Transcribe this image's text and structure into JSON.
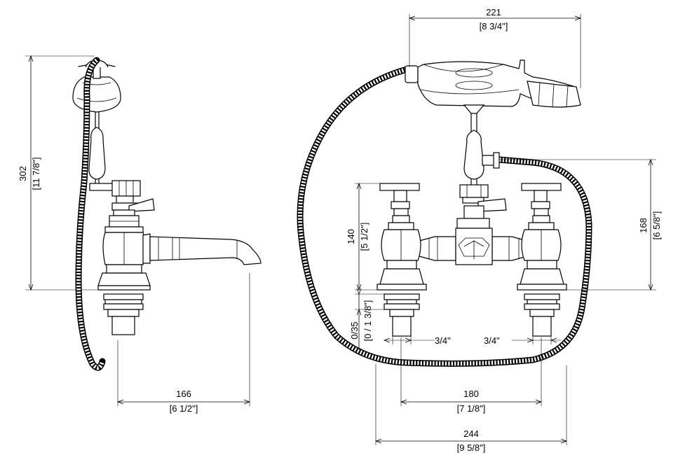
{
  "side_view": {
    "height": {
      "mm": "302",
      "in": "[11 7/8\"]"
    },
    "spout_reach": {
      "mm": "166",
      "in": "[6 1/2\"]"
    }
  },
  "front_view": {
    "handset_width": {
      "mm": "221",
      "in": "[8 3/4\"]"
    },
    "hose_outlet_height": {
      "mm": "168",
      "in": "[6 5/8\"]"
    },
    "valve_height": {
      "mm": "140",
      "in": "[5 1/2\"]"
    },
    "deck_thickness": {
      "mm": "0/35",
      "in": "[0 / 1 3/8\"]"
    },
    "inlet_left": "3/4\"",
    "inlet_right": "3/4\"",
    "centers": {
      "mm": "180",
      "in": "[7 1/8\"]"
    },
    "overall_width": {
      "mm": "244",
      "in": "[9 5/8\"]"
    }
  }
}
